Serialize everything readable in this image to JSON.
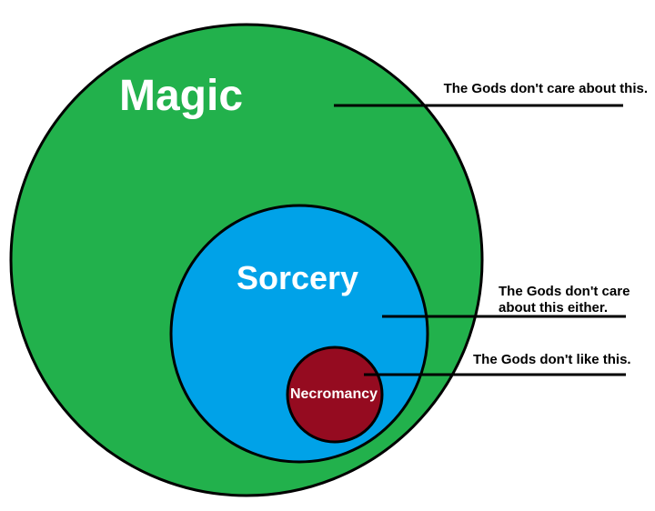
{
  "diagram": {
    "type": "euler-venn-nested",
    "sets": {
      "magic": {
        "label": "Magic"
      },
      "sorcery": {
        "label": "Sorcery"
      },
      "necromancy": {
        "label": "Necromancy"
      }
    },
    "annotations": {
      "magic": {
        "text": "The Gods don't care about this."
      },
      "sorcery": {
        "line1": "The Gods don't care",
        "line2": "about this either."
      },
      "necromancy": {
        "text": "The Gods don't like this."
      }
    },
    "colors": {
      "background": "#FFFFFF",
      "magic_fill": "#22B14C",
      "sorcery_fill": "#00A2E8",
      "necromancy_fill": "#950B20",
      "outline": "#000000",
      "set_label_text": "#FFFFFF",
      "annotation_text": "#000000",
      "callout_line": "#000000"
    }
  }
}
